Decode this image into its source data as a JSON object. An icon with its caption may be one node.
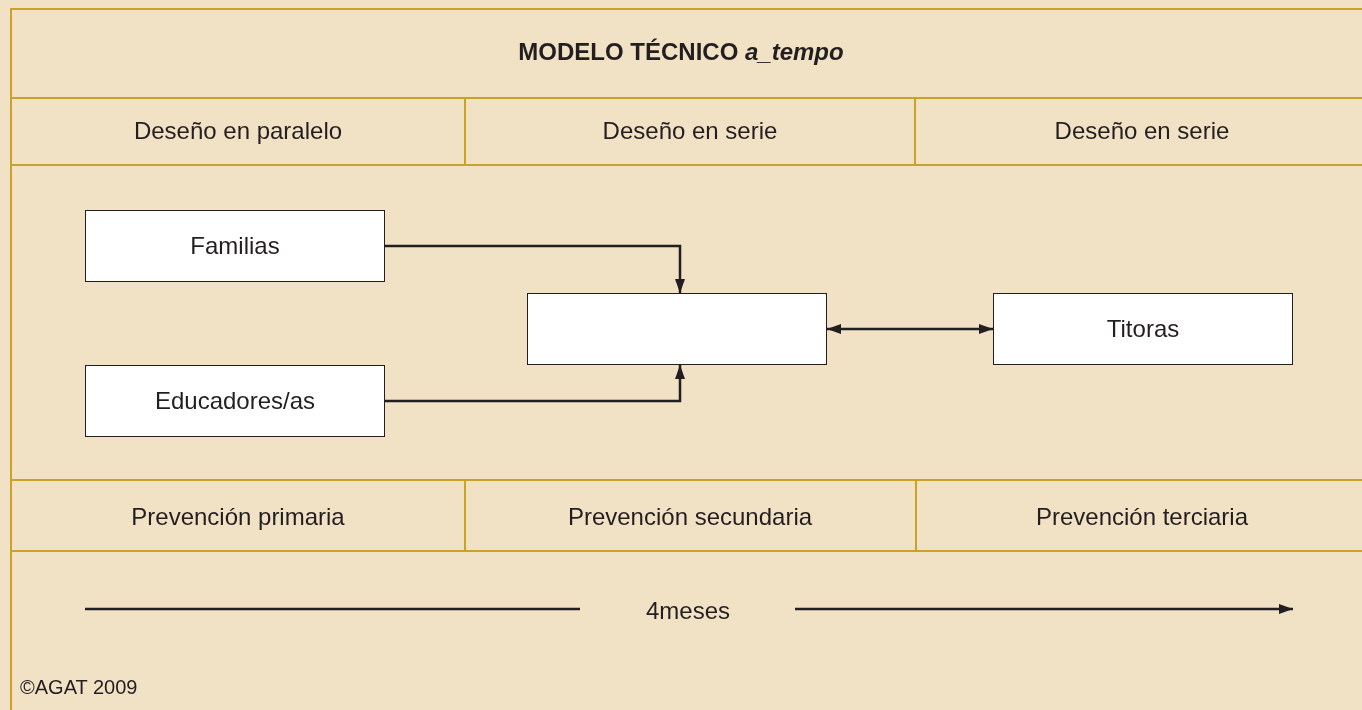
{
  "diagram": {
    "title": "MODELO TÉCNICO *a_tempo*",
    "nodes": [
      {
        "text": [
          "Familias"
        ]
      },
      {
        "text": [
          "Educadores/as"
        ]
      },
      {
        "text": [],
        "shape": "box"
      },
      {
        "text": [
          "Titoras"
        ]
      }
    ],
    "edges": [
      {
        "from": 0,
        "to": 2,
        "arrow": "to"
      },
      {
        "from": 1,
        "to": 2,
        "arrow": "to"
      },
      {
        "from": 2,
        "to": 3,
        "arrow": "both"
      }
    ],
    "labels": [
      "Deseño en paralelo",
      "Deseño en serie",
      "Deseño en serie",
      "Prevención primaria",
      "Prevención secundaria",
      "Prevención terciaria",
      "4meses",
      "©AGAT 2009"
    ]
  }
}
